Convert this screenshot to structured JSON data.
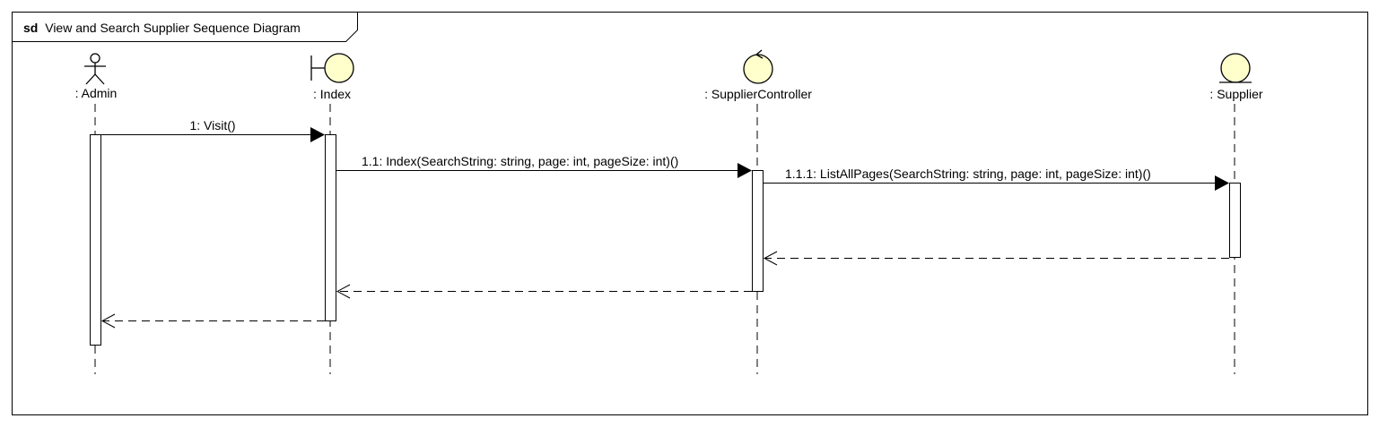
{
  "frame": {
    "keyword": "sd",
    "title": "View and Search Supplier Sequence Diagram"
  },
  "lifelines": [
    {
      "id": "admin",
      "label": ": Admin",
      "kind": "actor-icon"
    },
    {
      "id": "index",
      "label": ": Index",
      "kind": "boundary-icon"
    },
    {
      "id": "controller",
      "label": ": SupplierController",
      "kind": "control-icon"
    },
    {
      "id": "supplier",
      "label": ": Supplier",
      "kind": "entity-icon"
    }
  ],
  "messages": [
    {
      "id": "m1",
      "label": "1: Visit()",
      "from": "admin",
      "to": "index",
      "type": "sync"
    },
    {
      "id": "m2",
      "label": "1.1: Index(SearchString: string, page: int, pageSize: int)()",
      "from": "index",
      "to": "controller",
      "type": "sync"
    },
    {
      "id": "m3",
      "label": "1.1.1: ListAllPages(SearchString: string, page: int, pageSize: int)()",
      "from": "controller",
      "to": "supplier",
      "type": "sync"
    },
    {
      "id": "r3",
      "label": "",
      "from": "supplier",
      "to": "controller",
      "type": "return"
    },
    {
      "id": "r2",
      "label": "",
      "from": "controller",
      "to": "index",
      "type": "return"
    },
    {
      "id": "r1",
      "label": "",
      "from": "index",
      "to": "admin",
      "type": "return"
    }
  ],
  "colors": {
    "icon_fill": "#ffffcc",
    "line": "#000000",
    "background": "#ffffff"
  }
}
